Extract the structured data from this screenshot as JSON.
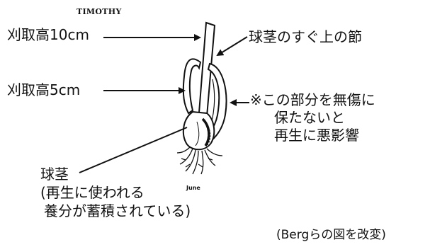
{
  "diagram": {
    "title": "TIMOTHY",
    "month_label": "June",
    "labels": {
      "cut_height_10cm": "刈取高10cm",
      "cut_height_5cm": "刈取高5cm",
      "node_above_corm": "球茎のすぐ上の節",
      "warning_line1": "※この部分を無傷に",
      "warning_line2": "保たないと",
      "warning_line3": "再生に悪影響",
      "corm_line1": "球茎",
      "corm_line2": "(再生に使われる",
      "corm_line3": "養分が蓄積されている)"
    },
    "source": "(Bergらの図を改変)"
  },
  "colors": {
    "ink": "#111111",
    "background": "#ffffff"
  }
}
